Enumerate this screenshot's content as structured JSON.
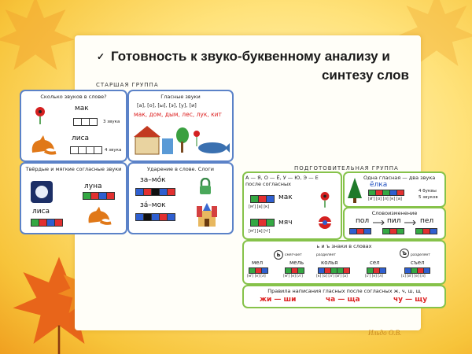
{
  "title": {
    "bullet": "✓",
    "line1": "Готовность к звуко-буквенному  анализу и",
    "line2": "синтезу  слов"
  },
  "older_group": {
    "label": "СТАРШАЯ ГРУППА",
    "p1": {
      "heading": "Сколько звуков в слове?",
      "w1": "мак",
      "n1": "3 звука",
      "w2": "лиса",
      "n2": "4 звука"
    },
    "p2": {
      "heading": "Гласные звуки",
      "sounds": "[а], [о], [ы], [э], [у], [и]",
      "words": "мак, дом, дым, лес, лук, кит"
    },
    "p3": {
      "heading": "Твёрдые и мягкие согласные звуки",
      "w1": "луна",
      "w2": "лиса"
    },
    "p4": {
      "heading": "Ударение в слове. Слоги",
      "w1": "за–мо́к",
      "w2": "за́–мок"
    }
  },
  "prep_group": {
    "label": "ПОДГОТОВИТЕЛЬНАЯ ГРУППА",
    "p1": {
      "heading": "А — Я, О — Ё, У — Ю, Э — Е после согласных",
      "w1": "мак",
      "t1": "[м'] [а] [к]",
      "w2": "мяч",
      "t2": "[м'] [а] [ч']"
    },
    "p2": {
      "heading": "Одна гласная — два звука",
      "word": "ёлка",
      "n1": "4 буквы",
      "n2": "5 звуков",
      "t": "[й'] [о] [л] [к] [а]"
    },
    "p3": {
      "heading": "Словоизменение",
      "w1": "пол",
      "w2": "пил",
      "w3": "пел"
    },
    "p4": {
      "heading": "ь и ъ знаки в словах",
      "soft": "ь",
      "hard": "ъ",
      "s1": "смягчает",
      "s2": "разделяет",
      "s3": "разделяет",
      "w1": "мел",
      "w2": "мель",
      "w3": "колья",
      "w4": "сел",
      "w5": "съел",
      "t1": "[м'] [е] [л]",
      "t2": "[м'] [е] [л']",
      "t3": "[к] [о] [л'] [й'] [а]",
      "t4": "[с'] [е] [л]",
      "t5": "[с] [й'] [е] [л]"
    },
    "p5": {
      "heading": "Правила написания гласных после согласных ж, ч, ш, щ",
      "r1": "жи — ши",
      "r2": "ча — ща",
      "r3": "чу — щу"
    }
  },
  "watermark": "Ильдо О.В."
}
